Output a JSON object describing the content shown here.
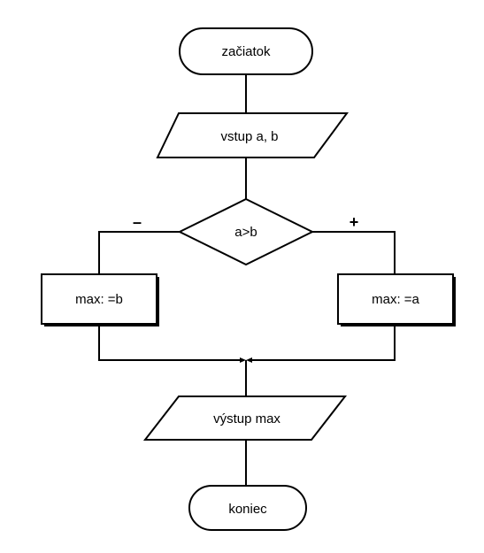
{
  "flowchart": {
    "start_label": "začiatok",
    "input_label": "vstup a, b",
    "decision_label": "a>b",
    "false_branch_sign": "–",
    "true_branch_sign": "+",
    "false_action_label": "max: =b",
    "true_action_label": "max: =a",
    "output_label": "výstup max",
    "end_label": "koniec"
  },
  "colors": {
    "stroke": "#000000",
    "fill": "#ffffff",
    "background": "#ffffff"
  }
}
